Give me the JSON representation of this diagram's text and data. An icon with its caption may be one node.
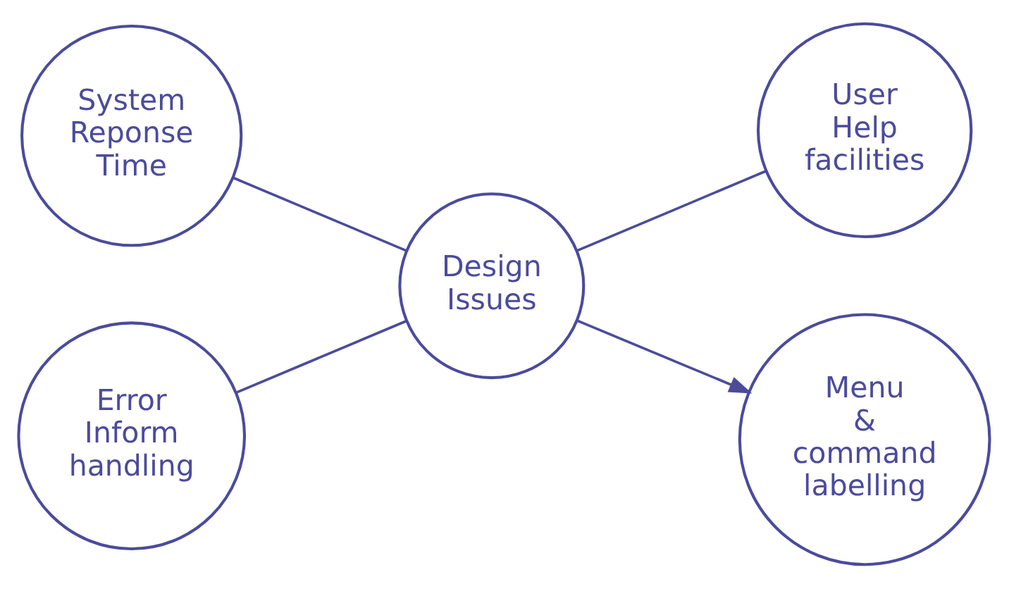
{
  "diagram": {
    "nodes": [
      {
        "text": [
          "System Reponse Time"
        ]
      },
      {
        "text": [
          "User Help facilities"
        ]
      },
      {
        "text": [
          "Design Issues"
        ]
      },
      {
        "text": [
          "Menu & command labelling"
        ]
      },
      {
        "text": [
          "Error Inform handling"
        ]
      }
    ],
    "edges": [
      {
        "from": 0,
        "to": 2,
        "arrow": "none"
      },
      {
        "from": 2,
        "to": 1,
        "arrow": "none"
      },
      {
        "from": 2,
        "to": 3,
        "arrow": "to"
      },
      {
        "from": 4,
        "to": 2,
        "arrow": "none"
      }
    ]
  }
}
